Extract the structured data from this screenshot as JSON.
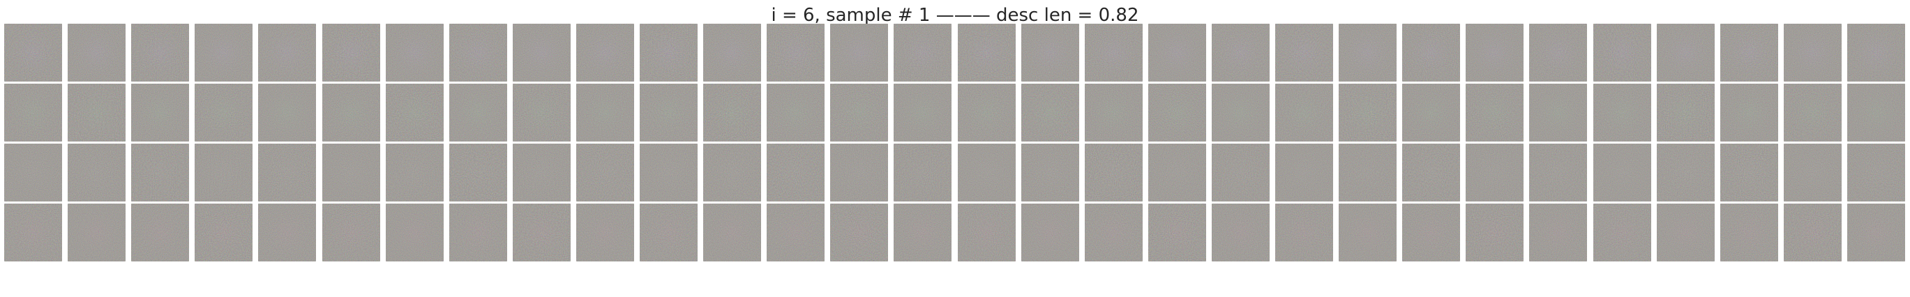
{
  "figure": {
    "title": "i = 6, sample # 1 ——— desc len = 0.82"
  },
  "grid": {
    "rows": 4,
    "columns": 30,
    "base_color": "#807b74",
    "row_tints": [
      "#8a7f8c",
      "#7f8a78",
      "#85807a",
      "#8e7a7c"
    ]
  }
}
